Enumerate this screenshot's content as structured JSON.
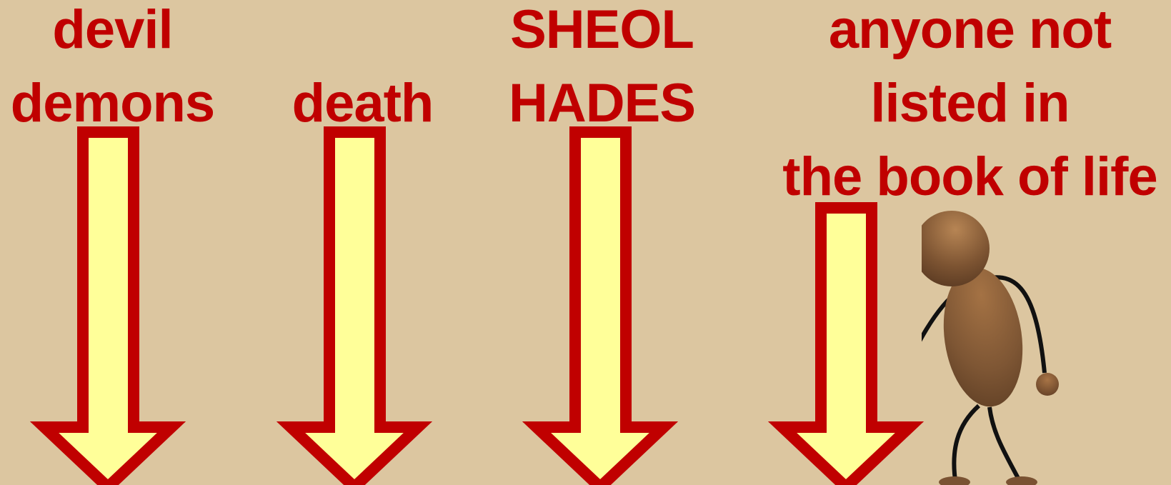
{
  "colors": {
    "background": "#dcc6a0",
    "text": "#c00000",
    "arrow_fill": "#ffff99",
    "arrow_stroke": "#c00000",
    "figure_body": "#8b5e3c",
    "figure_limbs": "#111111"
  },
  "groups": [
    {
      "lines": [
        "devil",
        "demons"
      ]
    },
    {
      "lines": [
        "death"
      ]
    },
    {
      "lines": [
        "SHEOL",
        "HADES"
      ]
    },
    {
      "lines": [
        "anyone not",
        "listed in",
        "the book of life"
      ]
    }
  ],
  "icons": {
    "arrow": "down-arrow-icon",
    "figure": "stick-figure-icon"
  }
}
